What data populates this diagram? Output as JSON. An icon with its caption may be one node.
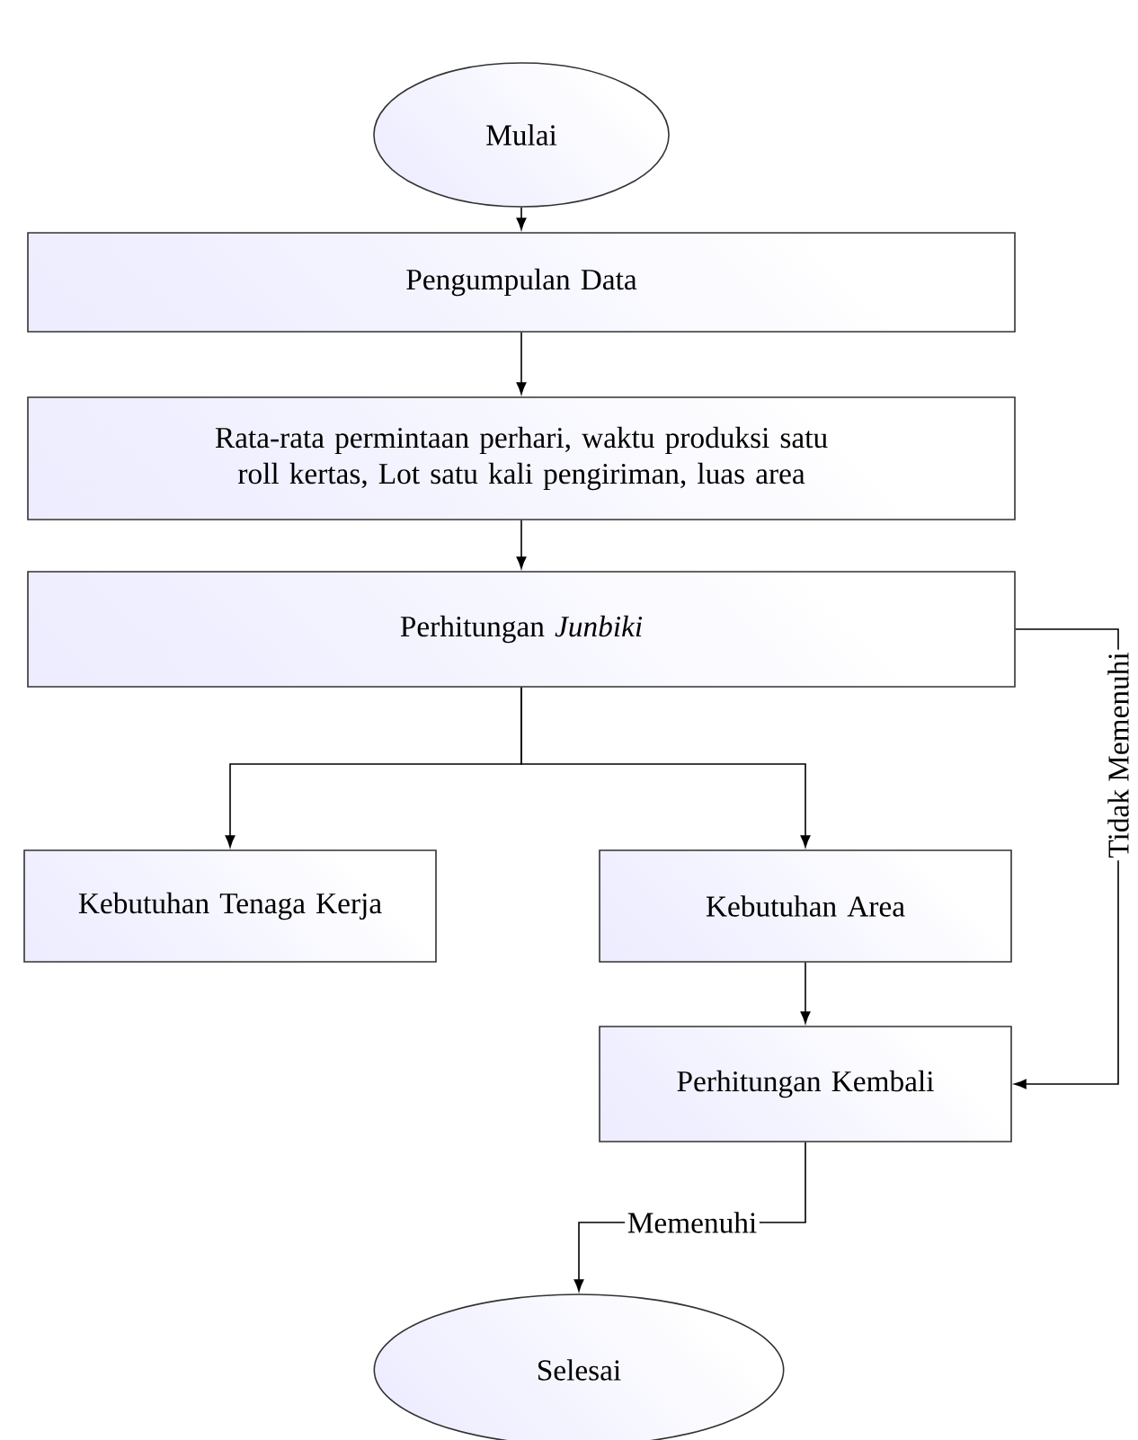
{
  "diagram": {
    "nodes": [
      {
        "text": [
          "Mulai"
        ]
      },
      {
        "text": [
          "Pengumpulan Data"
        ]
      },
      {
        "text": [
          "Rata-rata permintaan perhari, waktu produksi satu roll kertas, Lot satu kali pengiriman, luas area"
        ]
      },
      {
        "text": [
          "Perhitungan *Junbiki*"
        ]
      },
      {
        "text": [
          "Kebutuhan Tenaga Kerja"
        ]
      },
      {
        "text": [
          "Kebutuhan Area"
        ]
      },
      {
        "text": [
          "Perhitungan Kembali"
        ]
      },
      {
        "text": [
          "Selesai"
        ]
      }
    ],
    "edges": [
      {
        "from": 0,
        "to": 1,
        "arrow": "to"
      },
      {
        "from": 1,
        "to": 2,
        "arrow": "to"
      },
      {
        "from": 2,
        "to": 3,
        "arrow": "to"
      },
      {
        "from": 3,
        "to": 4,
        "arrow": "to"
      },
      {
        "from": 3,
        "to": 5,
        "arrow": "to"
      },
      {
        "from": 5,
        "to": 6,
        "arrow": "to"
      },
      {
        "from": 3,
        "to": 6,
        "arrow": "to",
        "label": "Tidak Memenuhi"
      },
      {
        "from": 6,
        "to": 7,
        "arrow": "to",
        "label": "Memenuhi"
      }
    ]
  }
}
